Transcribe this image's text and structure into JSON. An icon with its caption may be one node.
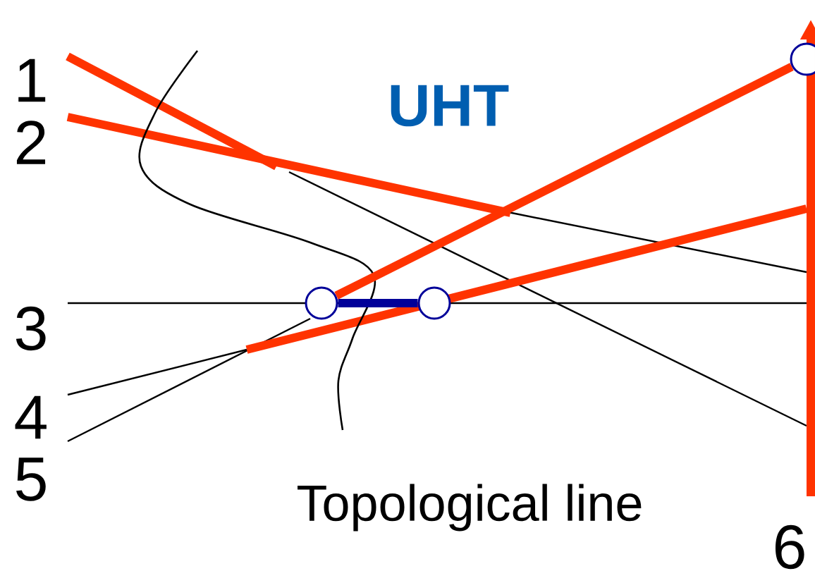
{
  "diagram": {
    "nodes": [
      {
        "text": [],
        "shape": "circle"
      },
      {
        "text": [],
        "shape": "circle"
      },
      {
        "text": [],
        "shape": "circle"
      }
    ],
    "edges": [
      {
        "from": 0,
        "to": 1,
        "arrow": "none",
        "color": "#000099"
      },
      {
        "from": 0,
        "to": 2,
        "arrow": "none",
        "color": "#ff3300"
      }
    ],
    "labels": [
      "1",
      "2",
      "UHT",
      "3",
      "4",
      "5",
      "Topological line",
      "6"
    ]
  }
}
